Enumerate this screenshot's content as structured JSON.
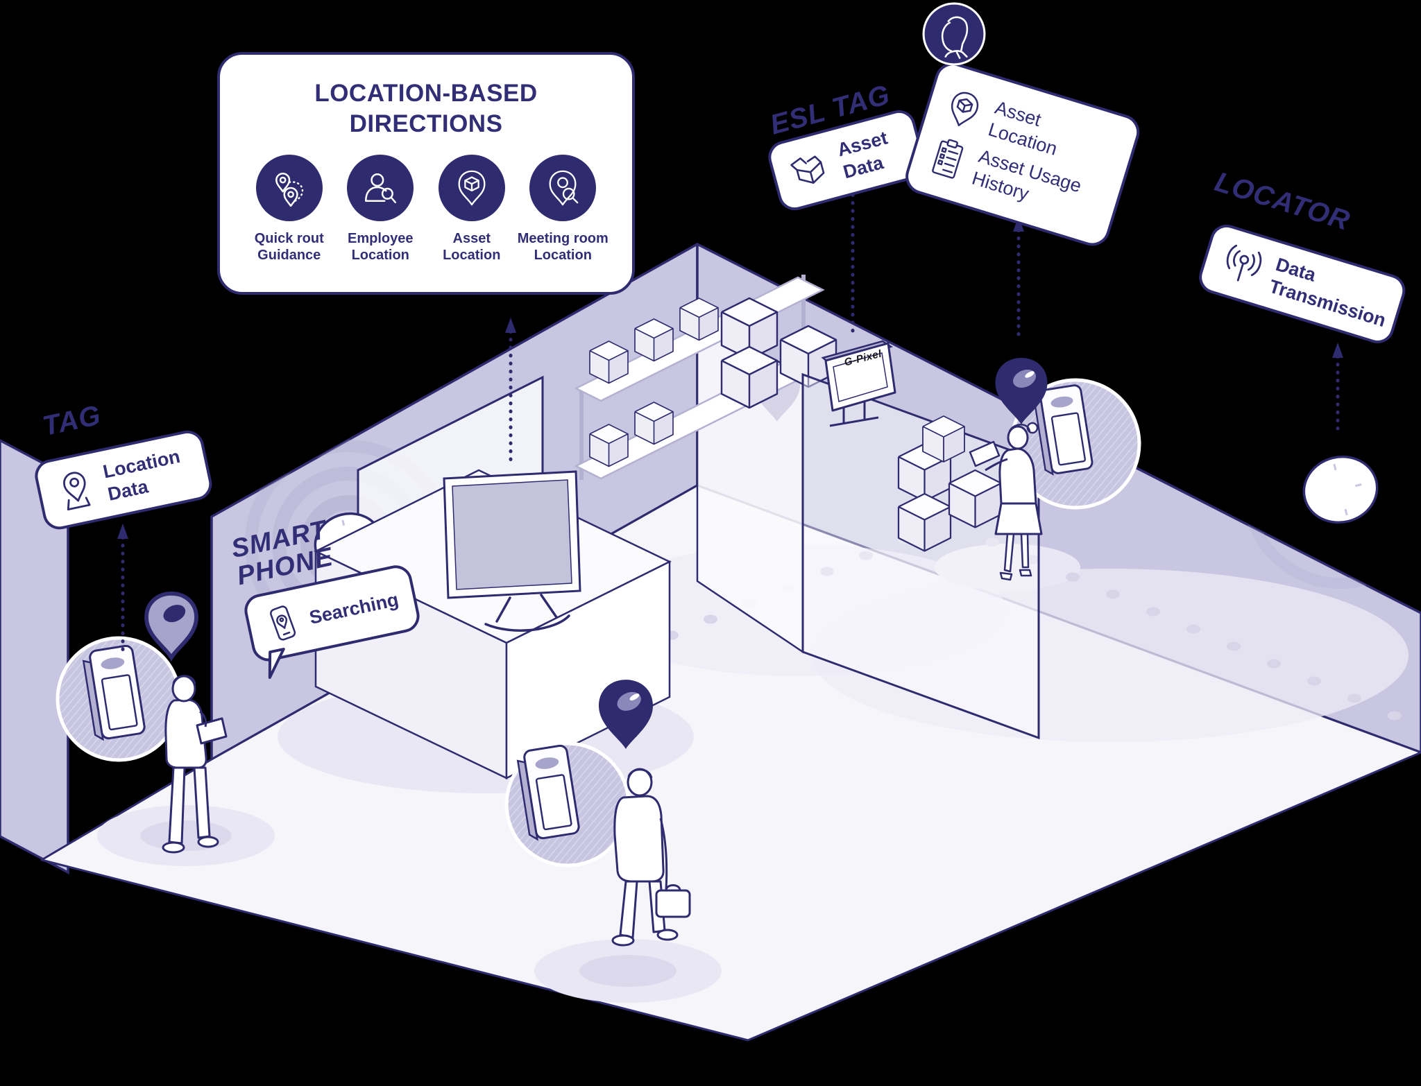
{
  "background": "#000000",
  "palette": {
    "navy": "#2e2b6e",
    "text_navy": "#312e75",
    "wall": "#c8c6e0",
    "floor": "#f6f5fa"
  },
  "directions_card": {
    "title": "LOCATION-BASED\nDIRECTIONS",
    "items": [
      {
        "icon": "route-pins-icon",
        "label": "Quick rout\nGuidance"
      },
      {
        "icon": "employee-search-icon",
        "label": "Employee\nLocation"
      },
      {
        "icon": "asset-pin-icon",
        "label": "Asset\nLocation"
      },
      {
        "icon": "meeting-room-pin-icon",
        "label": "Meeting room\nLocation"
      }
    ]
  },
  "tag_group": {
    "label": "TAG",
    "bubble": "Location\nData",
    "icon": "location-pin-icon"
  },
  "smartphone_group": {
    "label": "SMART\nPHONE",
    "bubble": "Searching",
    "icon": "phone-pin-icon"
  },
  "esl_group": {
    "label": "ESL TAG",
    "bubble": "Asset\nData",
    "icon": "open-box-icon"
  },
  "asset_info_group": {
    "rows": [
      {
        "icon": "asset-pin-icon",
        "text": "Asset\nLocation"
      },
      {
        "icon": "clipboard-checklist-icon",
        "text": "Asset Usage\nHistory"
      }
    ]
  },
  "locator_group": {
    "label": "LOCATOR",
    "bubble": "Data\nTransmission",
    "icon": "antenna-icon"
  },
  "scene": {
    "monitor_brand": "G-Pixel"
  }
}
